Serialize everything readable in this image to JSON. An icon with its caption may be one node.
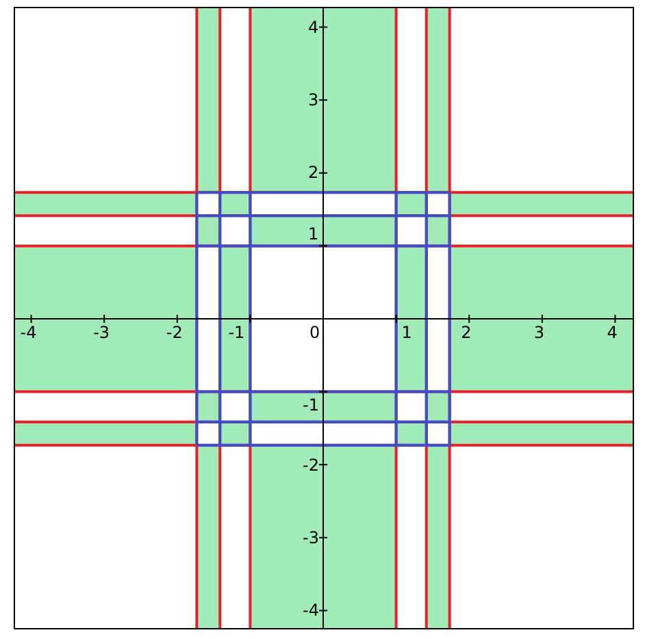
{
  "diagram": {
    "labels": [
      "-4",
      "-3",
      "-2",
      "-1",
      "0",
      "1",
      "2",
      "3",
      "4",
      "4",
      "3",
      "2",
      "1",
      "-1",
      "-2",
      "-3",
      "-4"
    ]
  }
}
